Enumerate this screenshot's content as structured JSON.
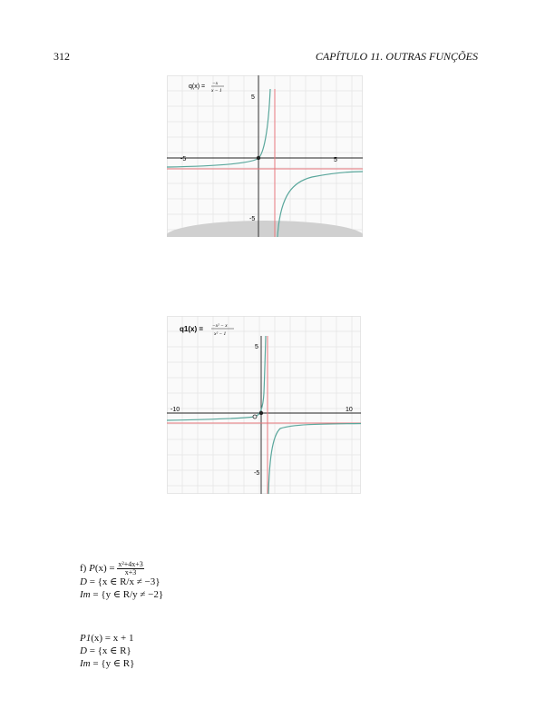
{
  "header": {
    "page_number": "312",
    "chapter": "CAPÍTULO 11.  OUTRAS FUNÇÕES"
  },
  "figures": [
    {
      "label_lhs": "q(x) =",
      "label_num": "−x",
      "label_den": "x − 1",
      "ticks": {
        "x_neg": "-5",
        "x_pos": "5",
        "y_pos": "5",
        "y_neg": "-5"
      },
      "colors": {
        "curve": "#5aa79c",
        "asymptote": "#e8787d",
        "axis": "#222222",
        "grid": "#dcdcdc"
      }
    },
    {
      "label_lhs": "q1(x) =",
      "label_num": "−x² − x",
      "label_den": "x² − 1",
      "ticks": {
        "x_neg": "-10",
        "x_pos": "10",
        "y_pos": "5",
        "y_neg": "-5"
      },
      "colors": {
        "curve": "#5aa79c",
        "asymptote": "#e8787d",
        "axis": "#222222",
        "grid": "#dcdcdc"
      }
    }
  ],
  "text": {
    "item_f": {
      "prefix": "f) ",
      "fn": "P",
      "arg": "(x) = ",
      "num": "x²+4x+3",
      "den": "x+3",
      "domain_lhs": "D",
      "domain_rhs": " = {x ∈ R/x ≠ −3}",
      "image_lhs": "Im",
      "image_rhs": " = {y ∈ R/y ≠ −2}"
    },
    "item_p1": {
      "fn": "P1",
      "expr": "(x) = x + 1",
      "domain_lhs": "D",
      "domain_rhs": " = {x ∈ R}",
      "image_lhs": "Im",
      "image_rhs": " = {y ∈ R}"
    }
  }
}
